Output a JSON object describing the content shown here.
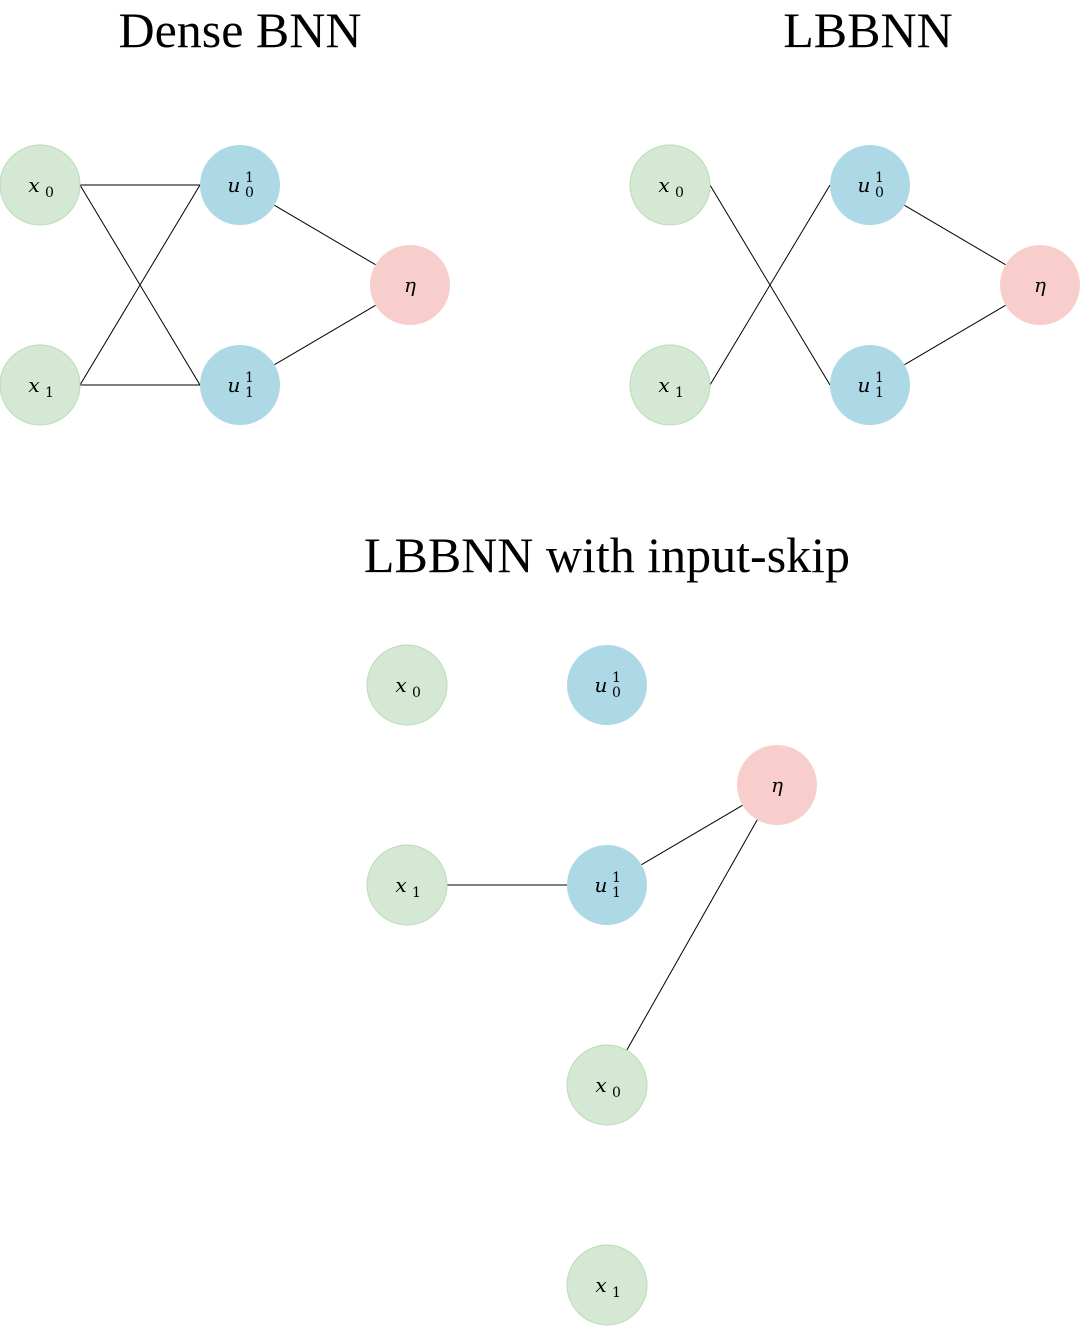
{
  "colors": {
    "input": "#d5e8d4",
    "input_stroke": "#b9dcb5",
    "hidden": "#add8e6",
    "output": "#f8cecc",
    "edge": "#000000"
  },
  "panels": {
    "dense": {
      "title": "Dense BNN",
      "nodes": {
        "x0": {
          "base": "x",
          "sub": "0",
          "sup": ""
        },
        "x1": {
          "base": "x",
          "sub": "1",
          "sup": ""
        },
        "u0": {
          "base": "u",
          "sub": "0",
          "sup": "1"
        },
        "u1": {
          "base": "u",
          "sub": "1",
          "sup": "1"
        },
        "eta": {
          "base": "η",
          "sub": "",
          "sup": ""
        }
      },
      "edges": [
        [
          "x0",
          "u0"
        ],
        [
          "x0",
          "u1"
        ],
        [
          "x1",
          "u0"
        ],
        [
          "x1",
          "u1"
        ],
        [
          "u0",
          "eta"
        ],
        [
          "u1",
          "eta"
        ]
      ]
    },
    "lbbnn": {
      "title": "LBBNN",
      "nodes": {
        "x0": {
          "base": "x",
          "sub": "0",
          "sup": ""
        },
        "x1": {
          "base": "x",
          "sub": "1",
          "sup": ""
        },
        "u0": {
          "base": "u",
          "sub": "0",
          "sup": "1"
        },
        "u1": {
          "base": "u",
          "sub": "1",
          "sup": "1"
        },
        "eta": {
          "base": "η",
          "sub": "",
          "sup": ""
        }
      },
      "edges": [
        [
          "x0",
          "u1"
        ],
        [
          "x1",
          "u0"
        ],
        [
          "u0",
          "eta"
        ],
        [
          "u1",
          "eta"
        ]
      ]
    },
    "skip": {
      "title": "LBBNN with input-skip",
      "nodes": {
        "x0": {
          "base": "x",
          "sub": "0",
          "sup": ""
        },
        "x1": {
          "base": "x",
          "sub": "1",
          "sup": ""
        },
        "u0": {
          "base": "u",
          "sub": "0",
          "sup": "1"
        },
        "u1": {
          "base": "u",
          "sub": "1",
          "sup": "1"
        },
        "eta": {
          "base": "η",
          "sub": "",
          "sup": ""
        },
        "x0b": {
          "base": "x",
          "sub": "0",
          "sup": ""
        },
        "x1b": {
          "base": "x",
          "sub": "1",
          "sup": ""
        }
      },
      "edges": [
        [
          "x1",
          "u1"
        ],
        [
          "u1",
          "eta"
        ],
        [
          "x0b",
          "eta"
        ]
      ]
    }
  }
}
